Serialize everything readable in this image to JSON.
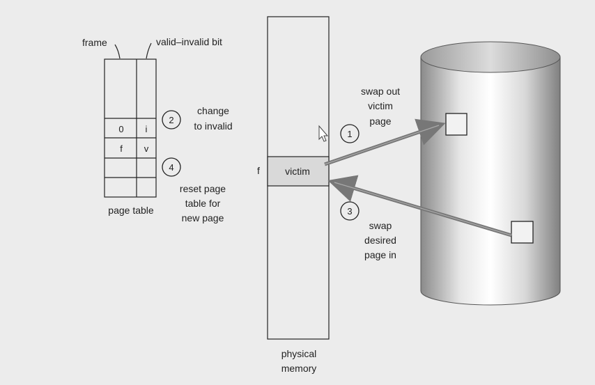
{
  "page_table": {
    "frame_label": "frame",
    "bit_label": "valid–invalid bit",
    "caption": "page table",
    "rows": [
      {
        "frame": "0",
        "bit": "i"
      },
      {
        "frame": "f",
        "bit": "v"
      }
    ]
  },
  "steps": [
    {
      "number": "1",
      "lines": [
        "swap out",
        "victim",
        "page"
      ]
    },
    {
      "number": "2",
      "lines": [
        "change",
        "to invalid"
      ]
    },
    {
      "number": "3",
      "lines": [
        "swap",
        "desired",
        "page in"
      ]
    },
    {
      "number": "4",
      "lines": [
        "reset page",
        "table for",
        "new page"
      ]
    }
  ],
  "memory": {
    "frame_marker": "f",
    "victim_label": "victim",
    "caption_lines": [
      "physical",
      "memory"
    ]
  },
  "colors": {
    "background": "#ececec",
    "victim_fill": "#d9d9d9",
    "arrow": "#777777",
    "disk_mid": "#ffffff",
    "disk_edge": "#8a8a8a"
  }
}
